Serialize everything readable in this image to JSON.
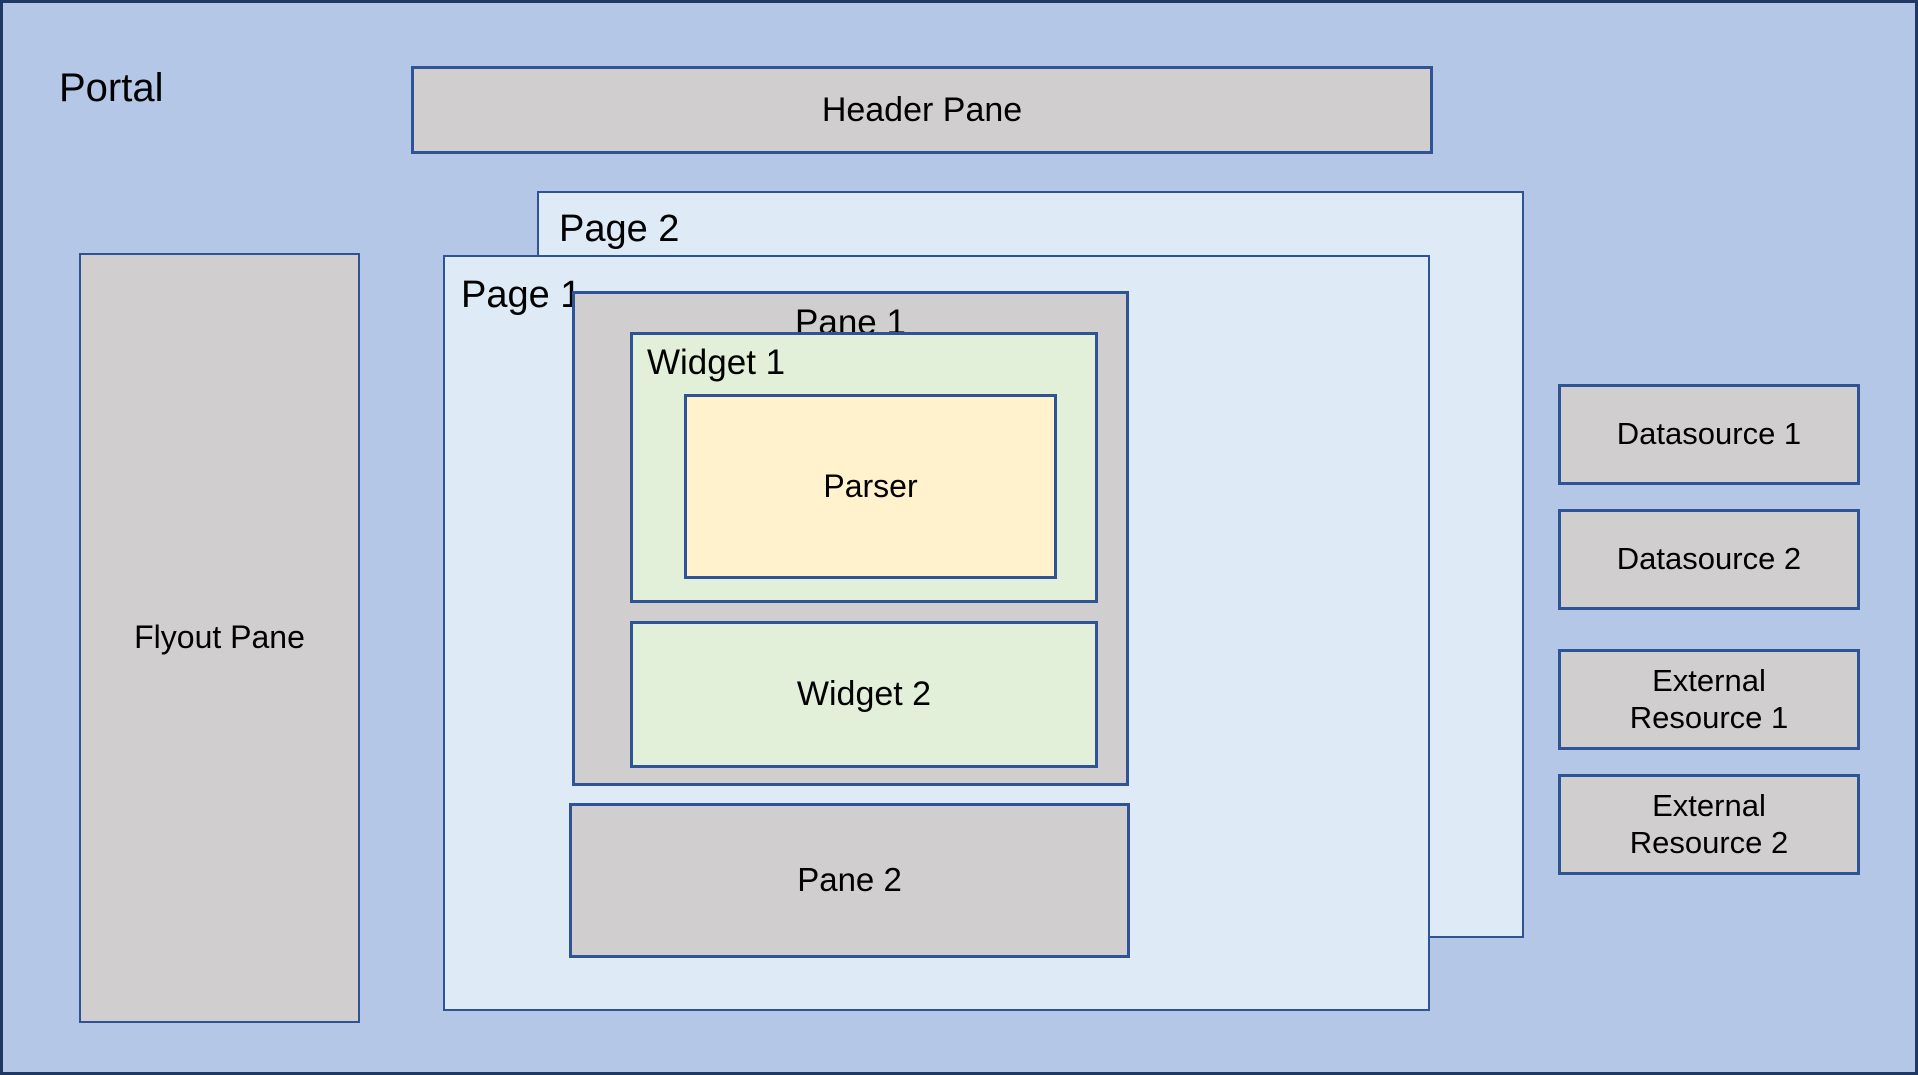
{
  "diagram": {
    "type": "nested-architecture-blocks",
    "title": "Portal",
    "colors": {
      "portal_fill": "#b4c7e7",
      "portal_border": "#1f3864",
      "page_fill": "#deeaf6",
      "pane_fill": "#d0cece",
      "widget_fill": "#e2efd9",
      "parser_fill": "#fff2cc",
      "box_border": "#2e5496",
      "text": "#000000"
    }
  },
  "portal": {
    "label": "Portal",
    "header_pane": {
      "label": "Header Pane"
    },
    "flyout_pane": {
      "label": "Flyout Pane"
    },
    "pages": [
      {
        "label": "Page 2",
        "panes": []
      },
      {
        "label": "Page 1",
        "panes": [
          {
            "label": "Pane 1",
            "widgets": [
              {
                "label": "Widget 1",
                "children": [
                  {
                    "label": "Parser"
                  }
                ]
              },
              {
                "label": "Widget 2",
                "children": []
              }
            ]
          },
          {
            "label": "Pane 2",
            "widgets": []
          }
        ]
      }
    ],
    "resources": [
      {
        "label": "Datasource 1"
      },
      {
        "label": "Datasource 2"
      },
      {
        "label": "External\nResource 1",
        "line1": "External",
        "line2": "Resource 1"
      },
      {
        "label": "External\nResource 2",
        "line1": "External",
        "line2": "Resource 2"
      }
    ]
  }
}
